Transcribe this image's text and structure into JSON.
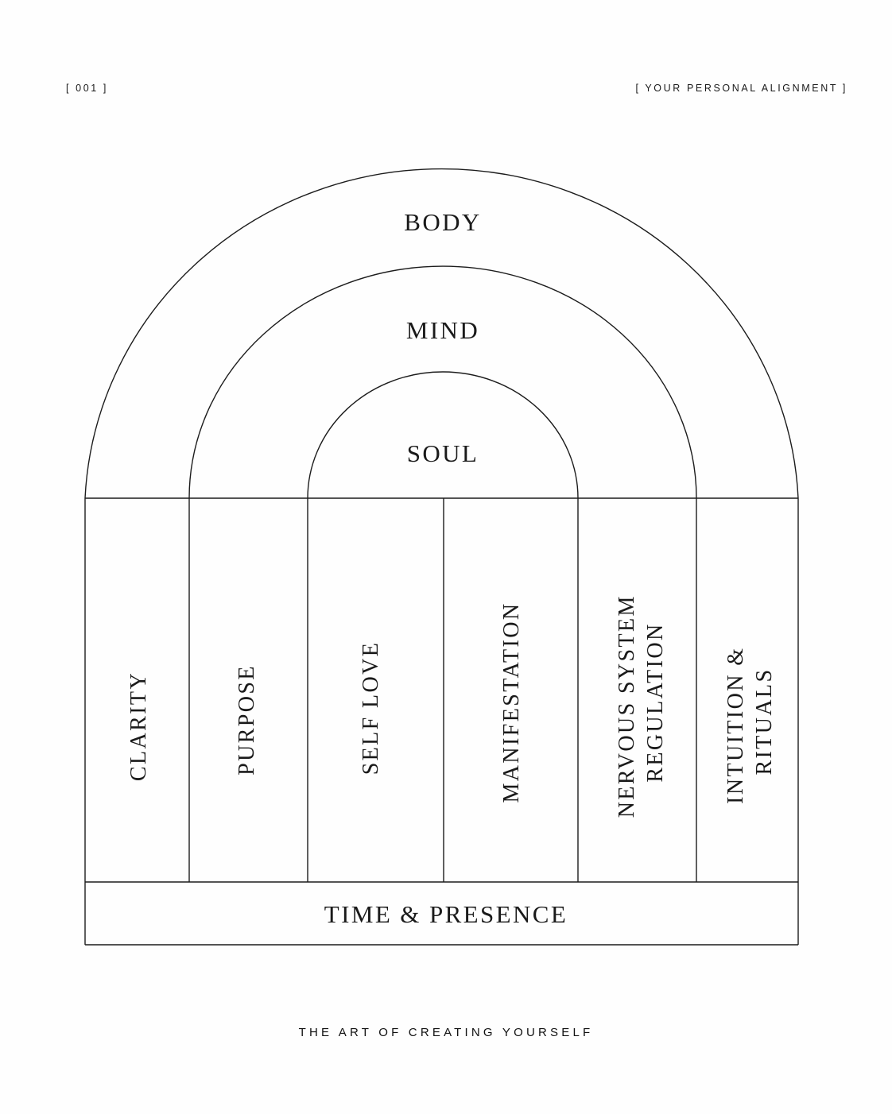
{
  "header": {
    "number": "[ 001 ]",
    "title": "[ YOUR PERSONAL ALIGNMENT ]"
  },
  "arches": {
    "outer": "BODY",
    "middle": "MIND",
    "inner": "SOUL"
  },
  "pillars": [
    {
      "lines": [
        "CLARITY"
      ]
    },
    {
      "lines": [
        "PURPOSE"
      ]
    },
    {
      "lines": [
        "SELF LOVE"
      ]
    },
    {
      "lines": [
        "MANIFESTATION"
      ]
    },
    {
      "lines": [
        "NERVOUS SYSTEM",
        "REGULATION"
      ]
    },
    {
      "lines": [
        "INTUITION &",
        "RITUALS"
      ]
    }
  ],
  "base": {
    "label": "TIME & PRESENCE"
  },
  "footer": {
    "tagline": "THE ART OF CREATING YOURSELF"
  },
  "colors": {
    "background": "#fefefe",
    "line": "#1c1c1c",
    "text": "#1a1a1a"
  }
}
